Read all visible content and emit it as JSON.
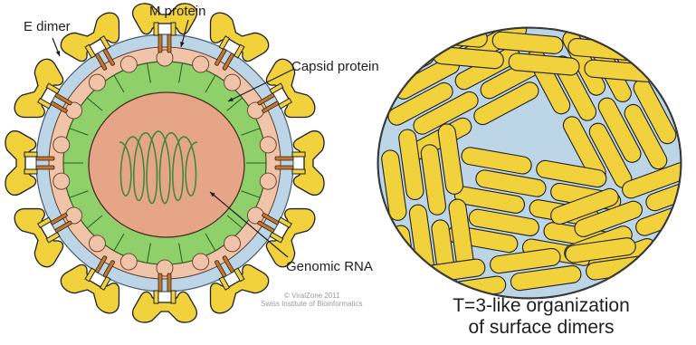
{
  "labels": {
    "e_dimer": "E dimer",
    "m_protein": "M protein",
    "capsid_protein": "Capsid protein",
    "genomic_rna": "Genomic RNA"
  },
  "credit": {
    "line1": "© ViralZone 2011",
    "line2": "Swiss Institute of Bioinformatics"
  },
  "caption": {
    "line1": "T=3-like organization",
    "line2": "of surface dimers"
  },
  "colors": {
    "e_protein": "#f2d23c",
    "e_protein_outline": "#1f1f1f",
    "membrane": "#bcd6e8",
    "capsid": "#8fd06a",
    "core": "#e7a587",
    "bulb": "#f1c4aa",
    "rna": "#3f8a3a",
    "m_protein": "#c0772f"
  }
}
